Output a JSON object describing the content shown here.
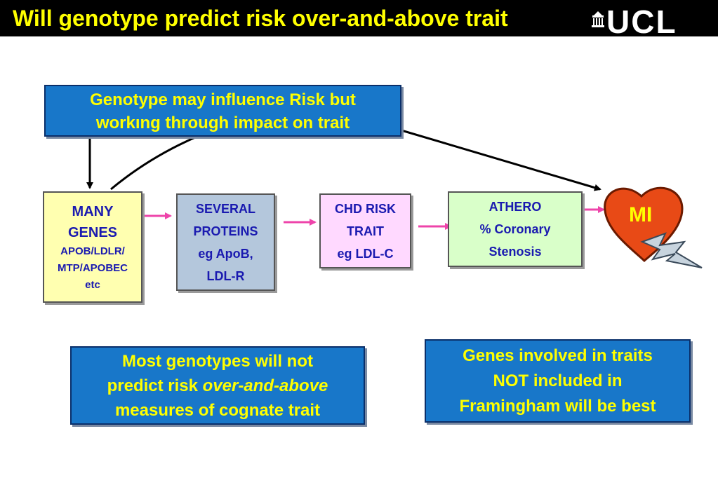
{
  "title": "Will genotype predict risk over-and-above trait",
  "logo_text": "UCL",
  "top_box": {
    "line1": "Genotype may influence Risk but",
    "line2": "workıng through impact on trait"
  },
  "boxes": {
    "many_genes": {
      "line1": "MANY",
      "line2": "GENES",
      "line3": "APOB/LDLR/",
      "line4": "MTP/APOBEC",
      "line5": "etc"
    },
    "proteins": {
      "line1": "SEVERAL",
      "line2": "PROTEINS",
      "line3": "eg ApoB,",
      "line4": "LDL-R"
    },
    "chd": {
      "line1": "CHD RISK",
      "line2": "TRAIT",
      "line3": "eg LDL-C"
    },
    "athero": {
      "line1": "ATHERO",
      "line2": "% Coronary",
      "line3": "Stenosis"
    }
  },
  "mi_label": "MI",
  "bottom_left": {
    "line1": "Most genotypes will not",
    "line2a": "predict risk ",
    "line2b": "over-and-above",
    "line3": "measures of cognate trait"
  },
  "bottom_right": {
    "line1": "Genes involved in traits",
    "line2": "NOT included in",
    "line3": "Framingham will be best"
  },
  "colors": {
    "title_bg": "#000000",
    "title_text": "#ffff00",
    "blue_box": "#1877c9",
    "genes_box": "#ffffb0",
    "proteins_box": "#b4c7dc",
    "chd_box": "#ffd9ff",
    "athero_box": "#d9ffc9",
    "heart": "#e84a16",
    "arrow_pink": "#ee44aa"
  }
}
